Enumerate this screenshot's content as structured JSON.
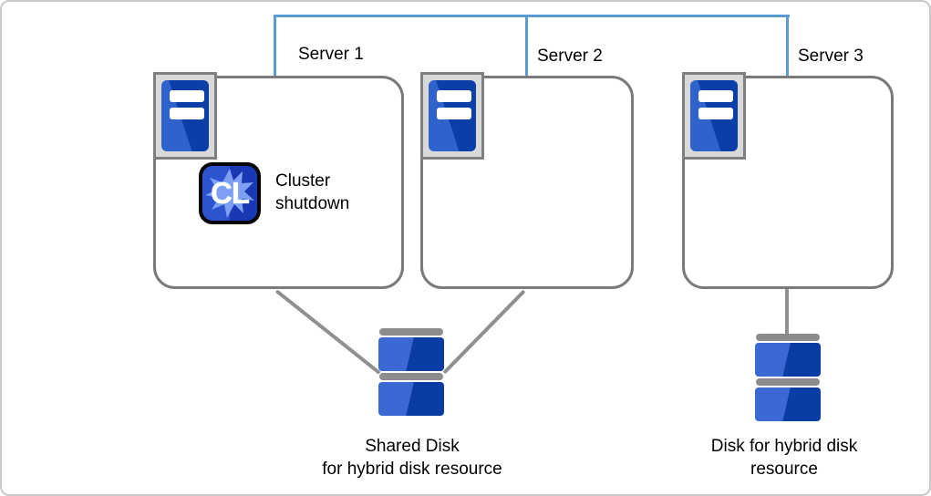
{
  "servers": [
    {
      "label": "Server 1"
    },
    {
      "label": "Server 2"
    },
    {
      "label": "Server 3"
    }
  ],
  "cluster": {
    "icon_text": "CL",
    "label": "Cluster\nshutdown"
  },
  "disks": {
    "shared": {
      "label": "Shared Disk\nfor hybrid disk resource"
    },
    "hybrid": {
      "label": "Disk for hybrid disk\nresource"
    }
  },
  "colors": {
    "interconnect_blue": "#5B9BD5",
    "box_border_gray": "#7a7a7a",
    "connector_gray": "#8f8f8f",
    "icon_frame_gray": "#d9d9d9",
    "server_blue_light": "#2f63cb",
    "server_blue_dark": "#0c3ea8",
    "disk_blue_light": "#3a69d4",
    "disk_blue_dark": "#0b3ca3",
    "cl_bg_left": "#2d53cf",
    "cl_bg_right": "#1839b3",
    "cl_blob_blue": "#7da0f5"
  }
}
